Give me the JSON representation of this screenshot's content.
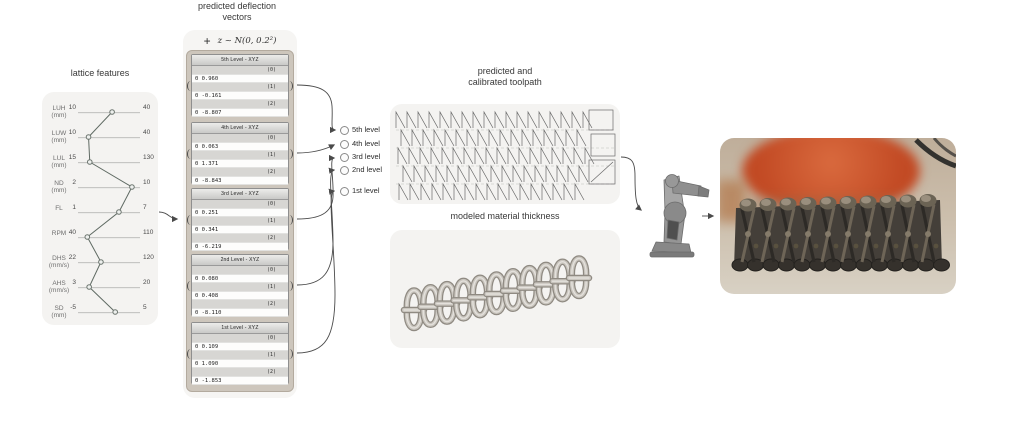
{
  "figure": {
    "lattice": {
      "title": "lattice features"
    },
    "deflection": {
      "title": [
        "predicted deflection",
        "vectors"
      ],
      "formula_plus": "+",
      "formula": "z ~ N(0, 0.2²)",
      "levels": [
        {
          "header": "5th Level - XYZ",
          "entries": [
            [
              "(0)",
              "0 0.960"
            ],
            [
              "(1)",
              "0 -0.161"
            ],
            [
              "(2)",
              "0 -8.807"
            ]
          ]
        },
        {
          "header": "4th Level - XYZ",
          "entries": [
            [
              "(0)",
              "0 0.063"
            ],
            [
              "(1)",
              "0 1.371"
            ],
            [
              "(2)",
              "0 -8.843"
            ]
          ]
        },
        {
          "header": "3rd Level - XYZ",
          "entries": [
            [
              "(0)",
              "0 0.251"
            ],
            [
              "(1)",
              "0 0.341"
            ],
            [
              "(2)",
              "0 -6.219"
            ]
          ]
        },
        {
          "header": "2nd Level - XYZ",
          "entries": [
            [
              "(0)",
              "0 0.080"
            ],
            [
              "(1)",
              "0 0.408"
            ],
            [
              "(2)",
              "0 -8.110"
            ]
          ]
        },
        {
          "header": "1st Level - XYZ",
          "entries": [
            [
              "(0)",
              "0 0.109"
            ],
            [
              "(1)",
              "0 1.090"
            ],
            [
              "(2)",
              "0 -1.853"
            ]
          ]
        }
      ]
    },
    "ports": {
      "labels": [
        "5th level",
        "4th level",
        "3rd level",
        "2nd level",
        "1st level"
      ]
    },
    "toolpath": {
      "title": [
        "predicted and",
        "calibrated toolpath"
      ]
    },
    "material": {
      "title": "modeled material thickness"
    }
  },
  "chart_data": {
    "type": "parallel-coordinates",
    "title": "lattice features",
    "axes": [
      {
        "label": "LUH",
        "unit": "(mm)",
        "min": 10,
        "max": 40,
        "marker_fraction": 0.55
      },
      {
        "label": "LUW",
        "unit": "(mm)",
        "min": 10,
        "max": 40,
        "marker_fraction": 0.17
      },
      {
        "label": "LUL",
        "unit": "(mm)",
        "min": 15,
        "max": 130,
        "marker_fraction": 0.19
      },
      {
        "label": "ND",
        "unit": "(mm)",
        "min": 2,
        "max": 10,
        "marker_fraction": 0.87
      },
      {
        "label": "FL",
        "unit": "",
        "min": 1,
        "max": 7,
        "marker_fraction": 0.66
      },
      {
        "label": "RPM",
        "unit": "",
        "min": 40,
        "max": 110,
        "marker_fraction": 0.15
      },
      {
        "label": "DHS",
        "unit": "(mm/s)",
        "min": 22,
        "max": 120,
        "marker_fraction": 0.37
      },
      {
        "label": "AHS",
        "unit": "(mm/s)",
        "min": 3,
        "max": 20,
        "marker_fraction": 0.18
      },
      {
        "label": "SD",
        "unit": "(mm)",
        "min": -5,
        "max": 5,
        "marker_fraction": 0.6
      }
    ],
    "note": "one sample polyline drawn across all feature axes"
  }
}
